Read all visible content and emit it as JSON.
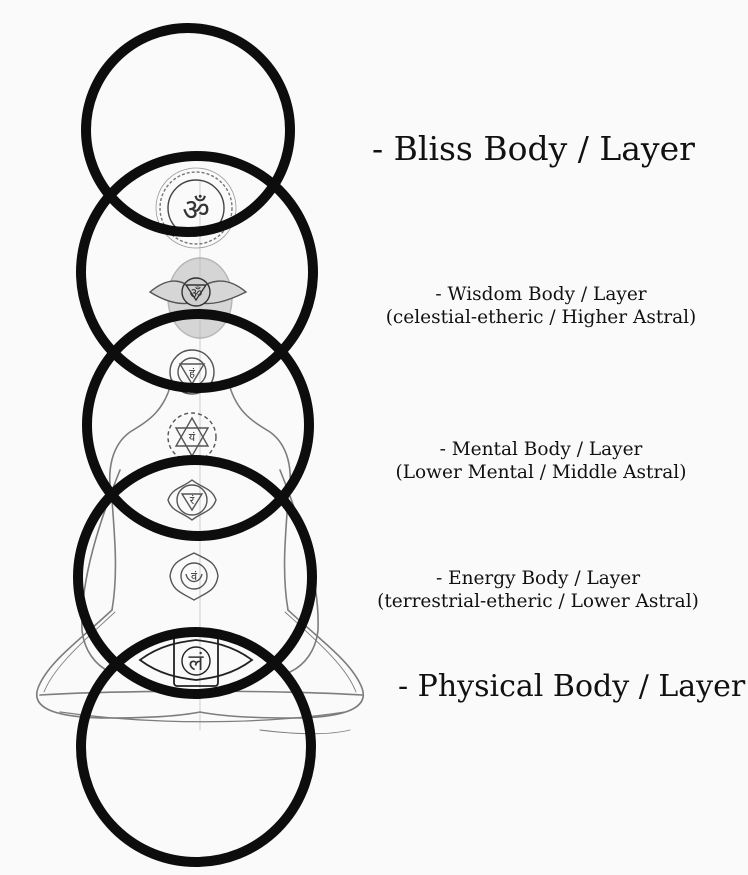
{
  "colors": {
    "background": "#fafafa",
    "ring": "#0d0d0d",
    "sketch": "#555555",
    "text": "#111111"
  },
  "layers": [
    {
      "id": "bliss",
      "title": "- Bliss Body / Layer",
      "subtitle": ""
    },
    {
      "id": "wisdom",
      "title": "- Wisdom Body / Layer",
      "subtitle": "(celestial-etheric / Higher Astral)"
    },
    {
      "id": "mental",
      "title": "- Mental Body / Layer",
      "subtitle": "(Lower Mental / Middle Astral)"
    },
    {
      "id": "energy",
      "title": "- Energy Body / Layer",
      "subtitle": "(terrestrial-etheric / Lower Astral)"
    },
    {
      "id": "physical",
      "title": "- Physical Body / Layer",
      "subtitle": ""
    }
  ],
  "chakra_symbols": [
    {
      "name": "crown",
      "glyph": "ॐ"
    },
    {
      "name": "third-eye",
      "glyph": "ॐ"
    },
    {
      "name": "throat",
      "glyph": "हं"
    },
    {
      "name": "heart",
      "glyph": "यं"
    },
    {
      "name": "solar-plexus",
      "glyph": "रं"
    },
    {
      "name": "sacral",
      "glyph": "वं"
    },
    {
      "name": "root",
      "glyph": "लं"
    }
  ]
}
